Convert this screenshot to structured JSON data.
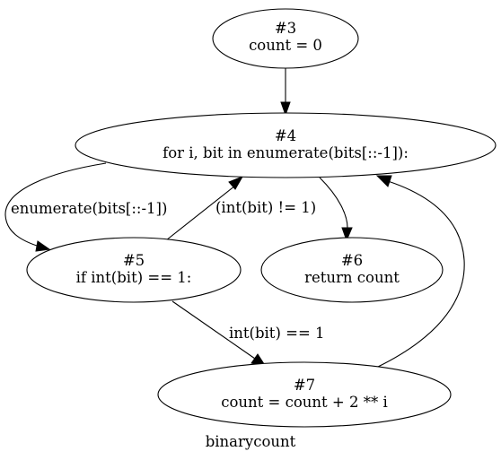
{
  "graph": {
    "caption": "binarycount",
    "nodes": {
      "n3": {
        "id": "#3",
        "code": "count = 0"
      },
      "n4": {
        "id": "#4",
        "code": "for i, bit in enumerate(bits[::-1]):"
      },
      "n5": {
        "id": "#5",
        "code": "if int(bit) == 1:"
      },
      "n6": {
        "id": "#6",
        "code": "return count"
      },
      "n7": {
        "id": "#7",
        "code": "count = count + 2 ** i"
      }
    },
    "edges": {
      "e4_5": {
        "from": "#4",
        "to": "#5",
        "label": "enumerate(bits[::-1])"
      },
      "e5_4": {
        "from": "#5",
        "to": "#4",
        "label": "(int(bit) != 1)"
      },
      "e5_7": {
        "from": "#5",
        "to": "#7",
        "label": "int(bit) == 1"
      },
      "e3_4": {
        "from": "#3",
        "to": "#4",
        "label": ""
      },
      "e4_6": {
        "from": "#4",
        "to": "#6",
        "label": ""
      },
      "e7_4": {
        "from": "#7",
        "to": "#4",
        "label": ""
      }
    }
  }
}
